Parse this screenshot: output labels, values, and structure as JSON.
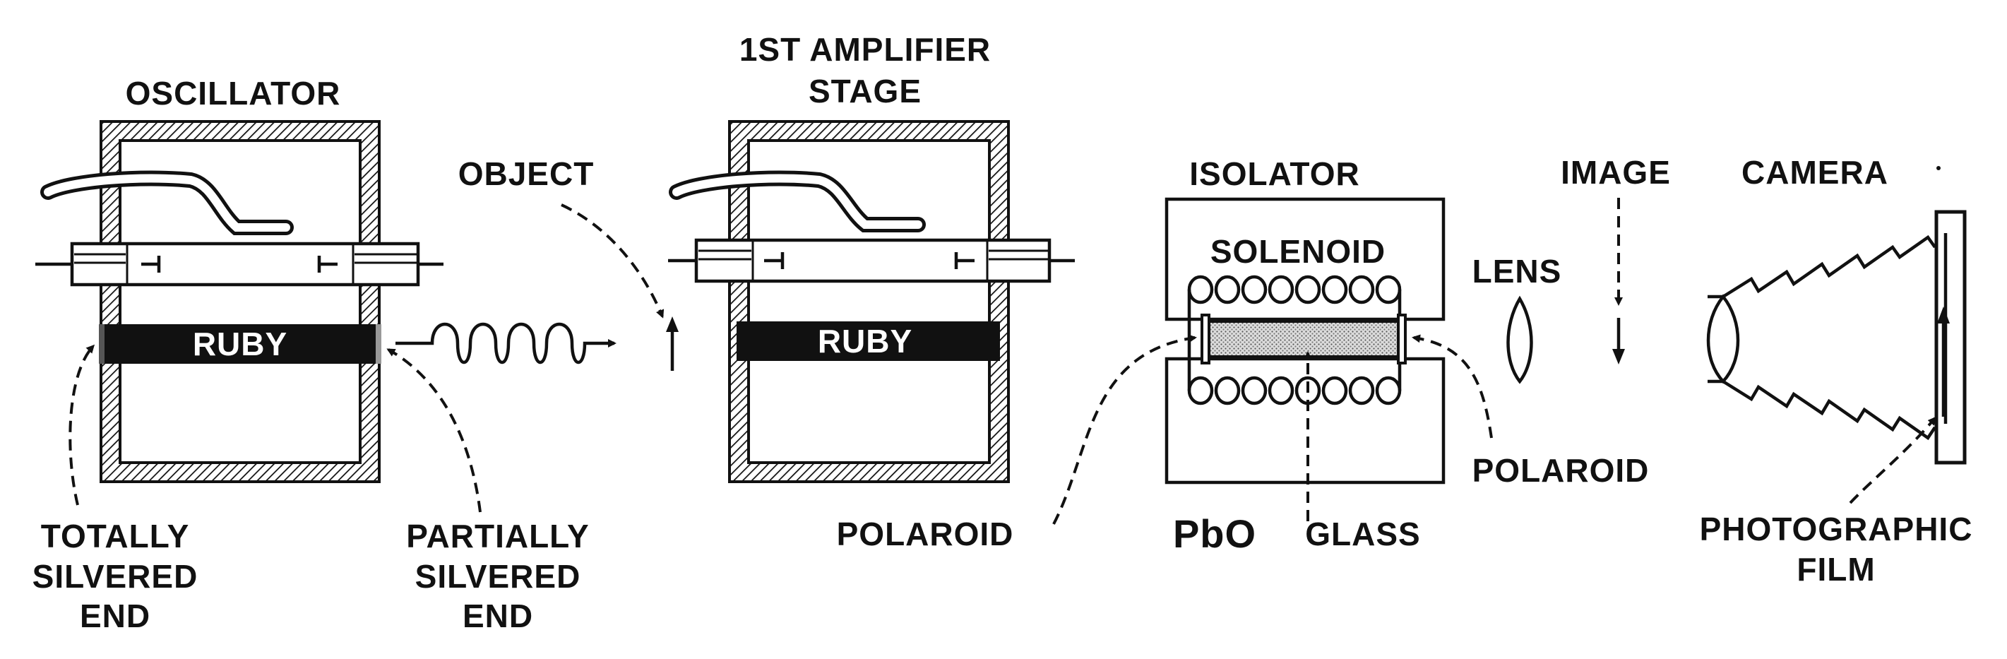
{
  "labels": {
    "oscillator": "OSCILLATOR",
    "amplifier_line1": "1ST AMPLIFIER",
    "amplifier_line2": "STAGE",
    "object": "OBJECT",
    "isolator": "ISOLATOR",
    "solenoid": "SOLENOID",
    "image": "IMAGE",
    "camera": "CAMERA",
    "lens": "LENS",
    "ruby_oscillator": "RUBY",
    "ruby_amplifier": "RUBY",
    "totally_silvered_line1": "TOTALLY",
    "totally_silvered_line2": "SILVERED",
    "totally_silvered_line3": "END",
    "partially_silvered_line1": "PARTIALLY",
    "partially_silvered_line2": "SILVERED",
    "partially_silvered_line3": "END",
    "polaroid_left": "POLAROID",
    "pbo": "PbO",
    "glass": "GLASS",
    "polaroid_right": "POLAROID",
    "photographic_line1": "PHOTOGRAPHIC",
    "photographic_line2": "FILM"
  },
  "colors": {
    "ink": "#111111",
    "paper": "#ffffff",
    "glass_fill": "#d4d4d4"
  }
}
